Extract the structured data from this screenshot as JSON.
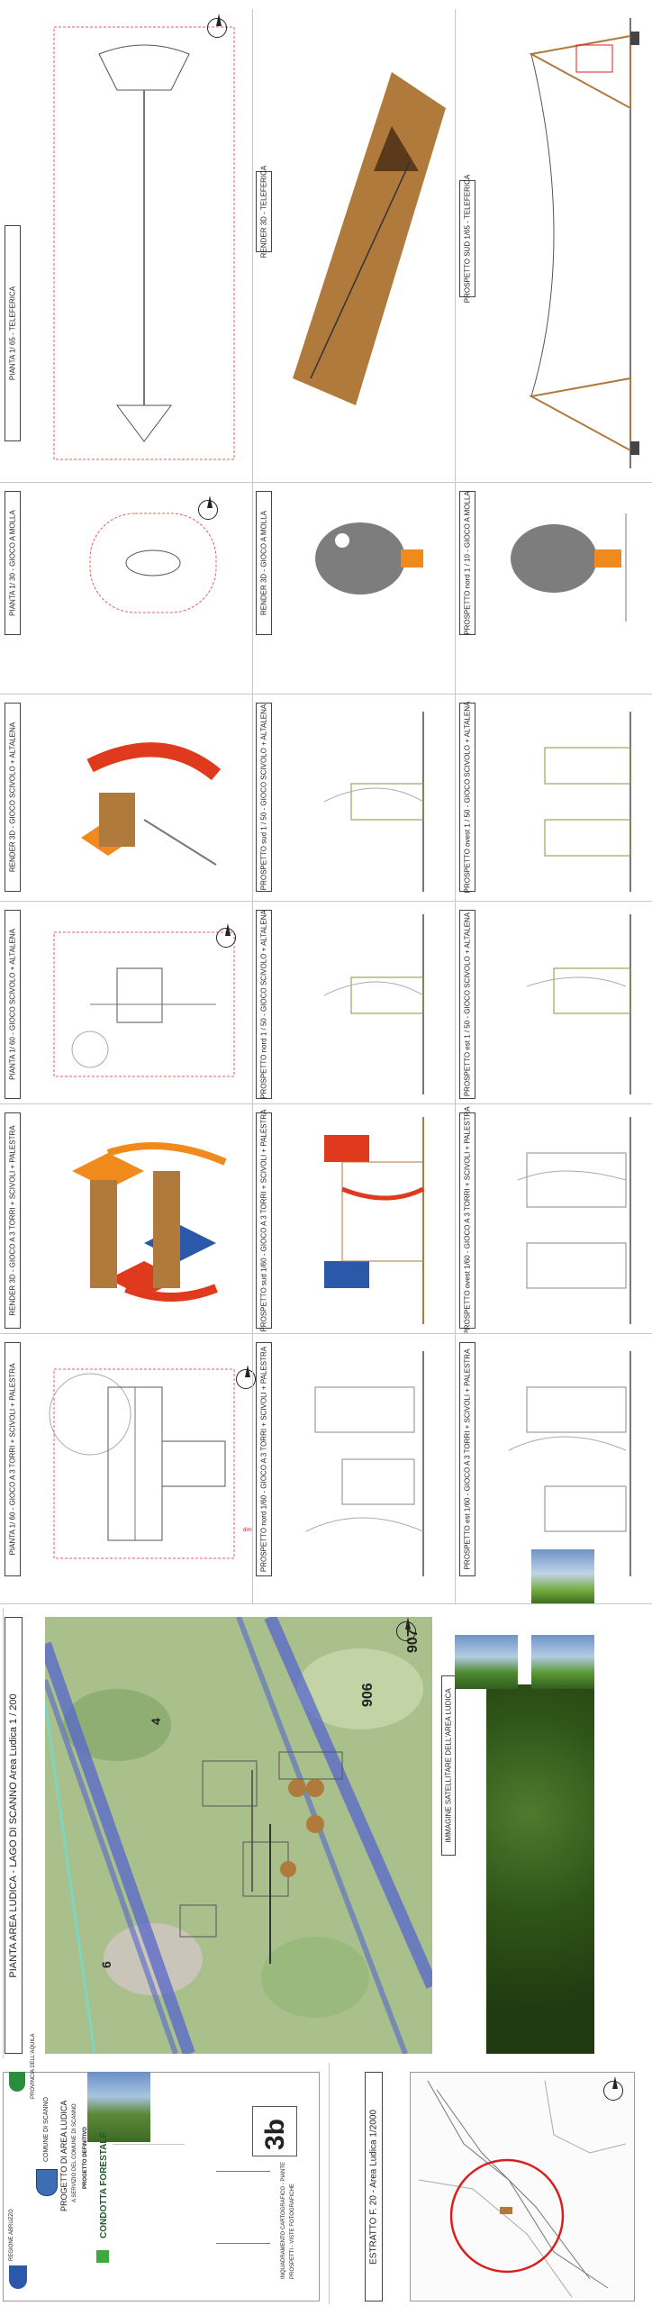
{
  "sheet": {
    "number": "3b",
    "region": "REGIONE ABRUZZO",
    "province": "PROVINCIA DELL'AQUILA",
    "municipality": "COMUNE DI SCANNO",
    "project_title": "PROGETTO DI AREA LUDICA",
    "project_subtitle": "A SERVIZIO DEL COMUNE DI SCANNO",
    "project_phase": "PROGETTO DEFINITIVO",
    "company": "CONDOTTA FORESTALE",
    "drawing_title_1": "INQUADRAMENTO CARTOGRAFICO - PIANTE",
    "drawing_title_2": "PROSPETTI - VISTE FOTOGRAFICHE"
  },
  "panels": {
    "area_plan": "PIANTA AREA LUDICA - LAGO DI SCANNO  Area Ludica 1 / 200",
    "extract": "ESTRATTO  F. 20  -  Area Ludica 1/2000",
    "satellite": "IMMAGINE SATELLITARE DELL'AREA LUDICA",
    "plan_towers": "PIANTA  1/ 60 - GIOCO A 3 TORRI + SCIVOLI + PALESTRA",
    "north_towers": "PROSPETTO nord  1/60 - GIOCO A 3 TORRI + SCIVOLI + PALESTRA",
    "est_towers": "PROSPETTO est  1/60 - GIOCO A 3 TORRI + SCIVOLI + PALESTRA",
    "render_towers": "RENDER 3D - GIOCO A 3 TORRI + SCIVOLI + PALESTRA",
    "south_towers": "PROSPETTO sud 1/60 - GIOCO A 3 TORRI + SCIVOLI + PALESTRA",
    "west_towers": "PROSPETTO ovest 1/60 - GIOCO A 3 TORRI + SCIVOLI + PALESTRA",
    "plan_slide": "PIANTA  1/ 60 - GIOCO SCIVOLO + ALTALENA",
    "north_slide": "PROSPETTO nord  1 / 50 - GIOCO SCIVOLO + ALTALENA",
    "est_slide": "PROSPETTO est  1 / 50 - GIOCO SCIVOLO + ALTALENA",
    "render_slide": "RENDER 3D - GIOCO SCIVOLO + ALTALENA",
    "south_slide": "PROSPETTO sud  1 / 50 - GIOCO SCIVOLO + ALTALENA",
    "west_slide": "PROSPETTO ovest  1 / 50 - GIOCO SCIVOLO + ALTALENA",
    "plan_spring": "PIANTA  1/ 30 - GIOCO A MOLLA",
    "render_spring": "RENDER 3D - GIOCO A MOLLA",
    "north_spring": "PROSPETTO nord  1 / 10 - GIOCO A MOLLA",
    "plan_zip": "PIANTA  1/ 65 - TELEFERICA",
    "render_zip": "RENDER 3D - TELEFERICA",
    "south_zip": "PROSPETTO SUD 1/65 - TELEFERICA"
  },
  "map_labels": {
    "parcel_6": "6",
    "parcel_4": "4",
    "parcel_906": "906",
    "parcel_907": "907"
  },
  "colors": {
    "frame": "#9a9a9a",
    "map_green": "#a9c08c",
    "road_blue": "#5566cc",
    "slide_red": "#e03a1e",
    "roof_orange": "#f08a1c",
    "wood": "#b07a3c",
    "spring_grey": "#7d7d7d",
    "dim_red": "#d62020",
    "extract_circle": "#d62020"
  }
}
